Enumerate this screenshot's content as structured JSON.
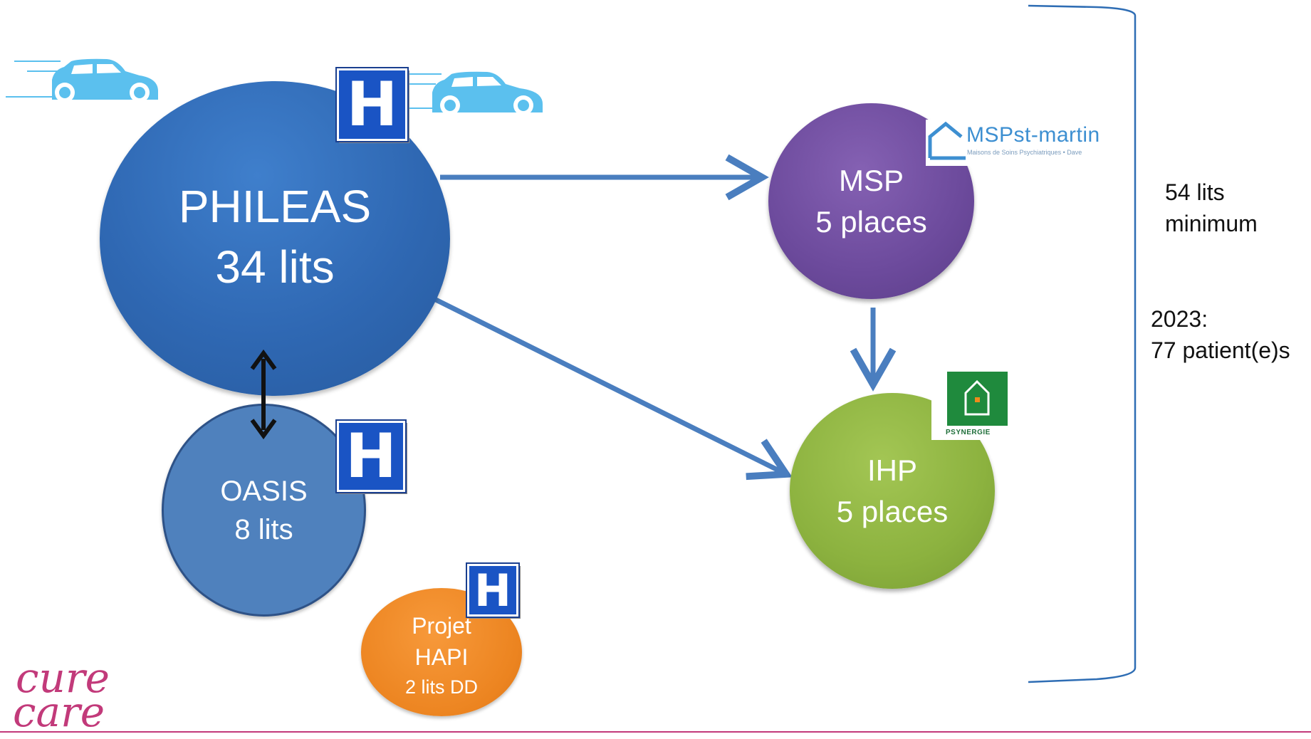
{
  "nodes": {
    "phileas": {
      "name": "PHILEAS",
      "capacity": "34 lits"
    },
    "oasis": {
      "name": "OASIS",
      "capacity": "8 lits"
    },
    "msp": {
      "name": "MSP",
      "capacity": "5 places"
    },
    "ihp": {
      "name": "IHP",
      "capacity": "5 places"
    },
    "hapi": {
      "line1": "Projet",
      "line2": "HAPI",
      "line3": "2 lits  DD"
    }
  },
  "hospital_sign": {
    "letter": "H"
  },
  "summary": {
    "beds_line1": "54 lits",
    "beds_line2": "minimum",
    "year_line1": "2023:",
    "year_line2": "77 patient(e)s"
  },
  "logos": {
    "msp_name": "MSPst-martin",
    "msp_subtitle": "Maisons de Soins Psychiatriques • Dave",
    "psynergie": "PSYNERGIE",
    "brand_line1": "cure",
    "brand_line2": "care"
  },
  "colors": {
    "phileas": "#2f68b3",
    "oasis": "#4f81bd",
    "msp": "#6c4a9c",
    "ihp": "#8cb23f",
    "hapi": "#ec8420",
    "arrow": "#4a7ebf",
    "car": "#5bc0ee",
    "hospital_sign": "#1a54c4",
    "brand": "#c23a7a"
  }
}
